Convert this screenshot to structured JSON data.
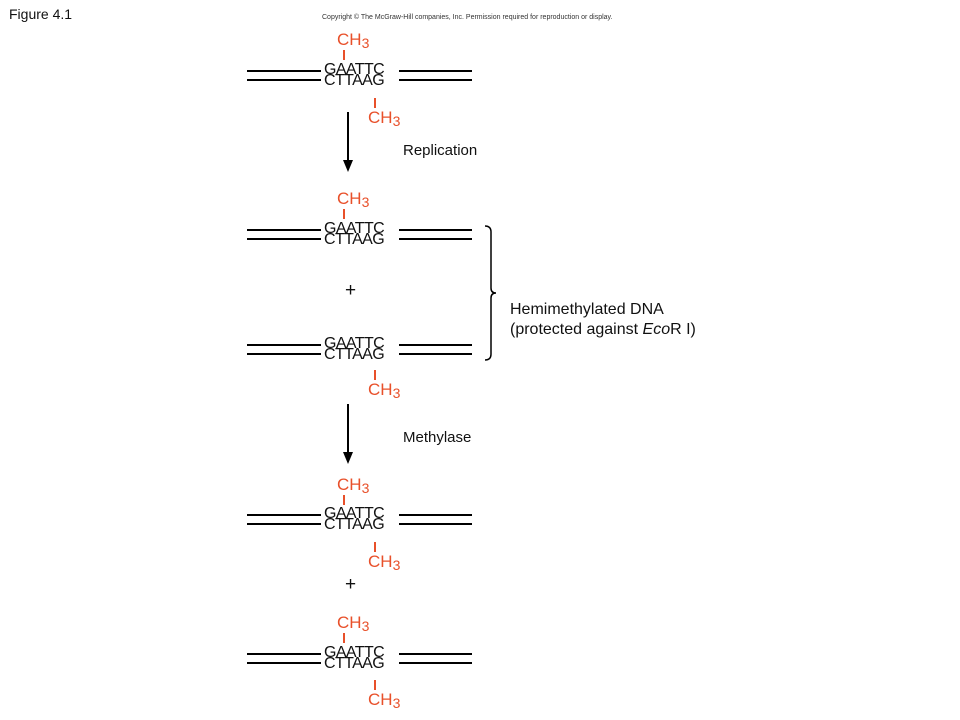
{
  "figure_label": "Figure 4.1",
  "copyright": "Copyright © The McGraw-Hill companies, Inc. Permission required for reproduction or display.",
  "sequence": {
    "top": "GAATTC",
    "bottom": "CTTAAG"
  },
  "methyl": {
    "base": "CH",
    "subscript": "3"
  },
  "steps": {
    "replication": "Replication",
    "methylase": "Methylase"
  },
  "plus": "+",
  "annotation": {
    "line1": "Hemimethylated DNA",
    "line2_prefix": "(protected against ",
    "line2_italic": "Eco",
    "line2_suffix": "R I)"
  },
  "colors": {
    "methyl": "#e8502a",
    "strand": "#000000"
  }
}
